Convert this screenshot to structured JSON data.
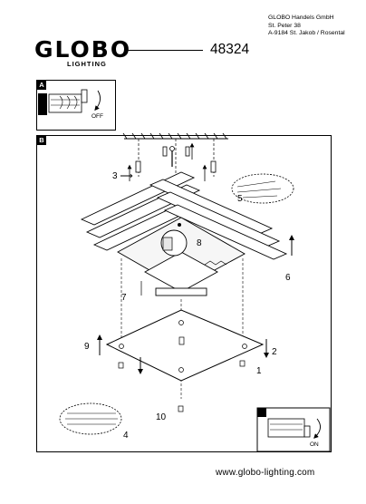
{
  "brand": {
    "name": "GLOBO",
    "sub": "LIGHTING"
  },
  "model": "48324",
  "address": {
    "line1": "GLOBO Handels GmbH",
    "line2": "St. Peter 38",
    "line3": "A-9184 St. Jakob / Rosental"
  },
  "panels": {
    "a": "A",
    "b": "B"
  },
  "switch": {
    "off": "OFF",
    "on": "ON"
  },
  "steps": [
    "1",
    "2",
    "3",
    "4",
    "5",
    "6",
    "7",
    "8",
    "9",
    "10"
  ],
  "footer": "www.globo-lighting.com"
}
